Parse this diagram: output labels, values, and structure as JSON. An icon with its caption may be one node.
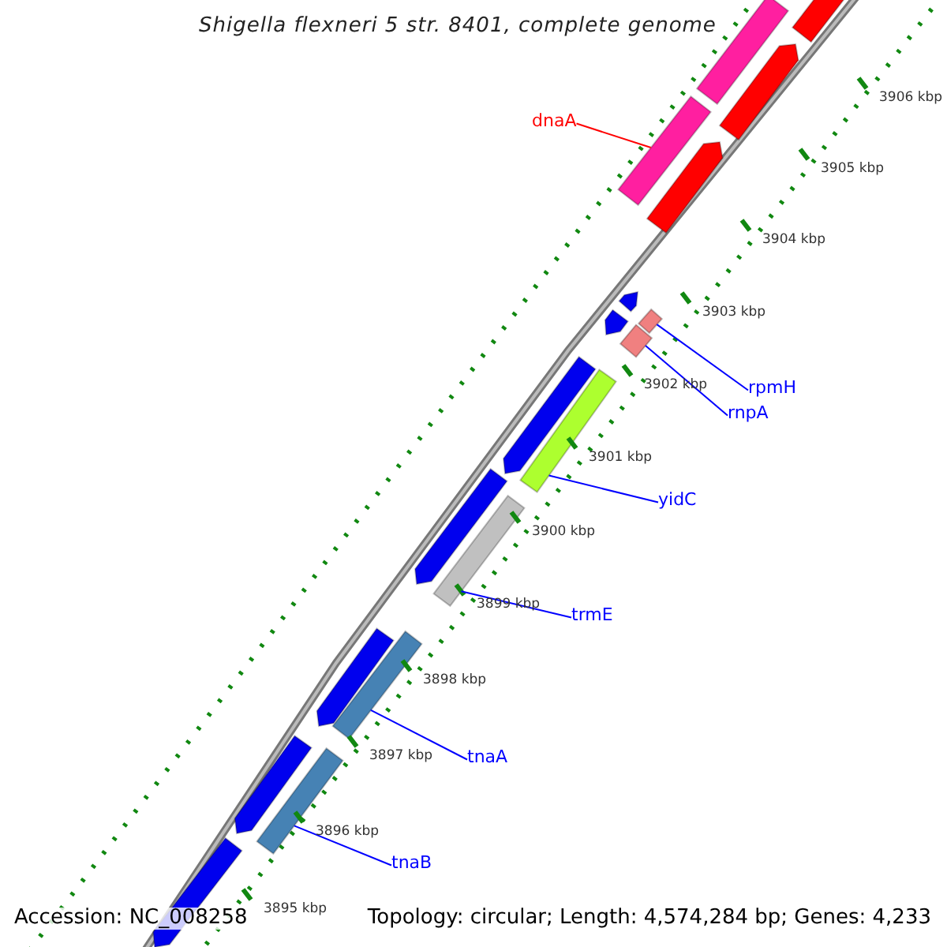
{
  "diagram": {
    "title": "Shigella flexneri 5 str. 8401, complete genome",
    "nodes": [
      {
        "text": [
          "dnaA"
        ]
      },
      {
        "text": [
          "rpmH"
        ]
      },
      {
        "text": [
          "rnpA"
        ]
      },
      {
        "text": [
          "yidC"
        ]
      },
      {
        "text": [
          "trmE"
        ]
      },
      {
        "text": [
          "tnaA"
        ]
      },
      {
        "text": [
          "tnaB"
        ]
      },
      {
        "text": [],
        "shape": "bar"
      },
      {
        "text": [],
        "shape": "arrow"
      },
      {
        "text": [],
        "shape": "arrow"
      },
      {
        "text": [],
        "shape": "bar"
      },
      {
        "text": [],
        "shape": "arrow"
      },
      {
        "text": [],
        "shape": "arrow"
      },
      {
        "text": [],
        "shape": "bar"
      },
      {
        "text": [],
        "shape": "arrow"
      },
      {
        "text": [],
        "shape": "bar"
      },
      {
        "text": [],
        "shape": "arrow"
      },
      {
        "text": [],
        "shape": "bar"
      },
      {
        "text": [],
        "shape": "arrow"
      },
      {
        "text": [],
        "shape": "bar"
      },
      {
        "text": [],
        "shape": "arrow"
      },
      {
        "text": [],
        "shape": "bar"
      },
      {
        "text": [],
        "shape": "arrow"
      },
      {
        "text": [],
        "shape": "bar"
      },
      {
        "text": [],
        "shape": "arrow"
      }
    ],
    "edges": [
      {
        "from": 0,
        "to": 10,
        "arrow": "none",
        "color": "#ff0000"
      },
      {
        "from": 1,
        "to": 13,
        "arrow": "none"
      },
      {
        "from": 2,
        "to": 15,
        "arrow": "none"
      },
      {
        "from": 3,
        "to": 17,
        "arrow": "none"
      },
      {
        "from": 4,
        "to": 19,
        "arrow": "none"
      },
      {
        "from": 5,
        "to": 21,
        "arrow": "none"
      },
      {
        "from": 6,
        "to": 23,
        "arrow": "none"
      }
    ],
    "labels": [
      "3906 kbp",
      "3905 kbp",
      "3904 kbp",
      "3903 kbp",
      "3902 kbp",
      "3901 kbp",
      "3900 kbp",
      "3899 kbp",
      "3898 kbp",
      "3897 kbp",
      "3896 kbp",
      "3895 kbp",
      "Accession: NC_008258",
      "Topology: circular; Length: 4,574,284 bp; Genes: 4,233"
    ]
  }
}
